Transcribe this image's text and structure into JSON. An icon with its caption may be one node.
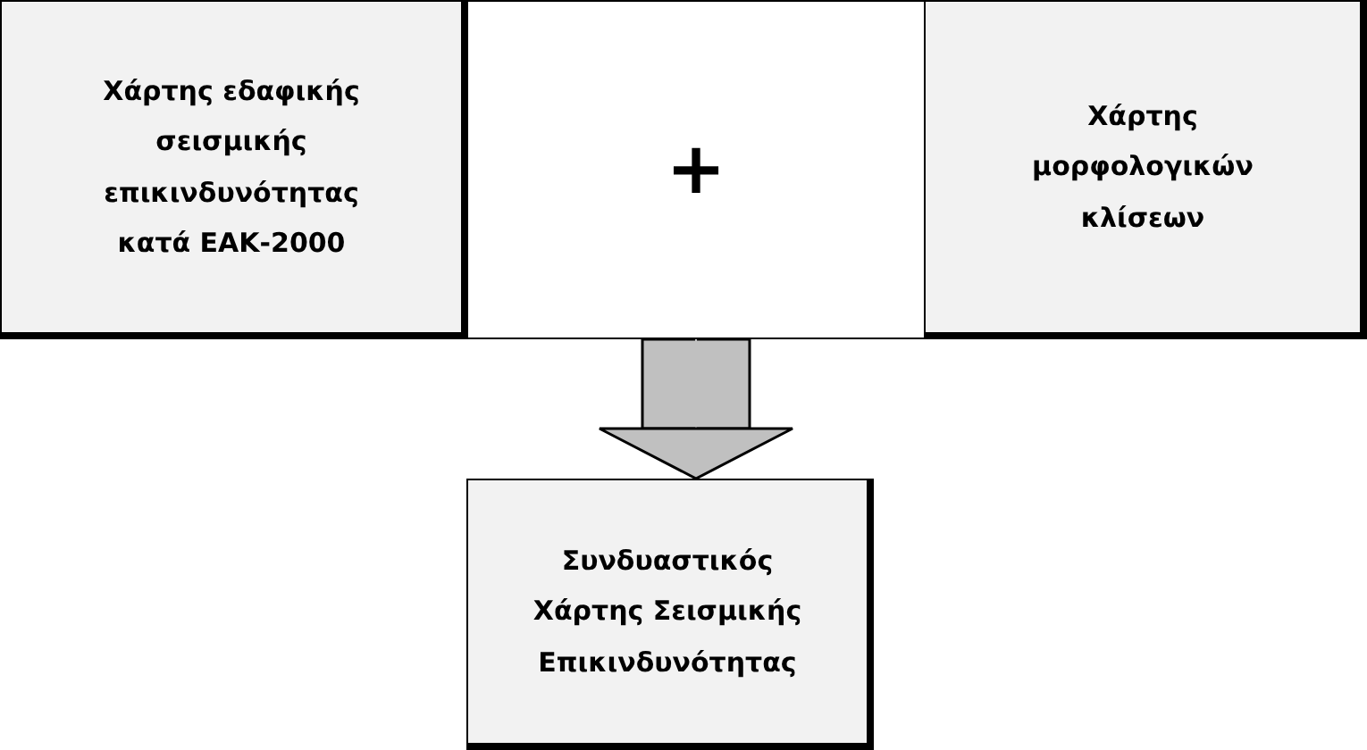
{
  "diagram": {
    "nodes": [
      {
        "text": [
          "Χάρτης εδαφικής σεισμικής επικινδυνότητας κατά ΕΑΚ-2000"
        ]
      },
      {
        "text": [
          "+"
        ]
      },
      {
        "text": [
          "Χάρτης μορφολογικών κλίσεων"
        ]
      },
      {
        "text": [
          "Συνδυαστικός Χάρτης Σεισμικής Επικινδυνότητας"
        ]
      }
    ],
    "edges": [
      {
        "from": 1,
        "to": 3,
        "arrow": "to"
      }
    ]
  }
}
